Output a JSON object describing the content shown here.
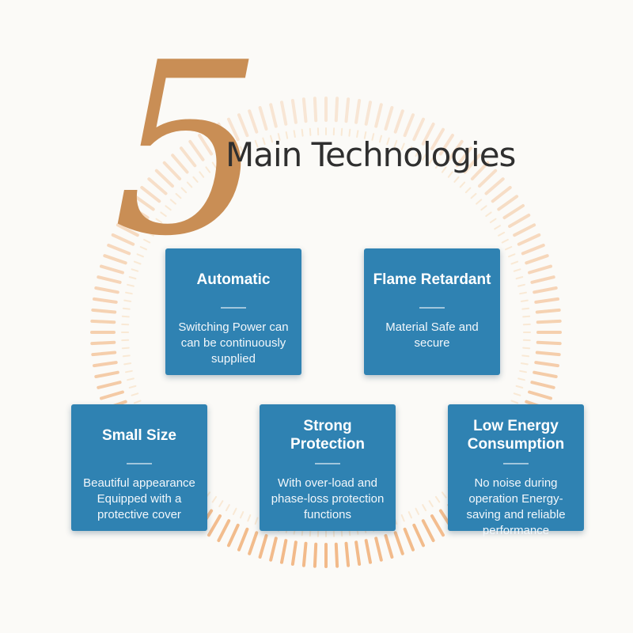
{
  "heading": {
    "number": "5",
    "text": "Main Technologies"
  },
  "accent_color": "#c98e55",
  "card_color": "#2f82b2",
  "cards": [
    {
      "title": "Automatic",
      "body": "Switching Power can can be continuously supplied"
    },
    {
      "title": "Flame Retardant",
      "body": "Material Safe and secure"
    },
    {
      "title": "Small Size",
      "body": "Beautiful appearance Equipped with a protective cover"
    },
    {
      "title": "Strong Protection",
      "body": "With over-load and phase-loss protection functions"
    },
    {
      "title": "Low Energy Consumption",
      "body": "No noise during operation Energy-saving and reliable performance"
    }
  ]
}
